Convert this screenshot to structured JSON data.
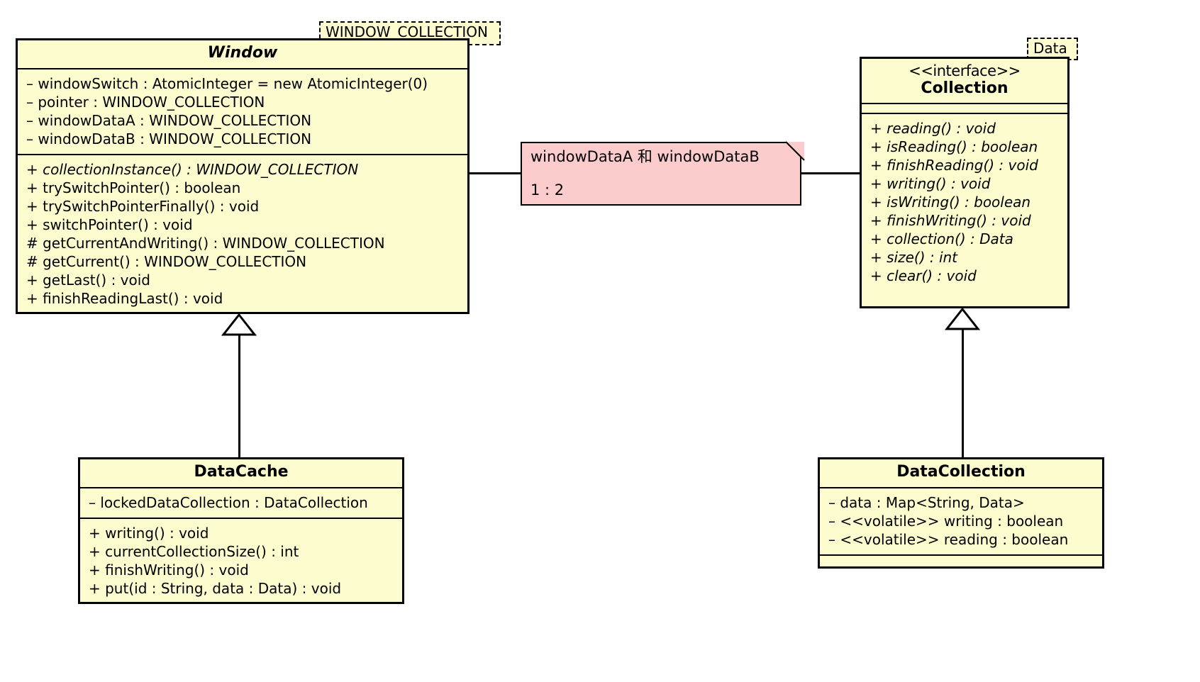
{
  "diagram": {
    "type": "uml-class-diagram",
    "background": "#ffffff",
    "class_fill": "#fcfcce",
    "note_fill": "#fccccc",
    "stroke": "#000000"
  },
  "type_params": {
    "window": "WINDOW_COLLECTION",
    "collection": "Data"
  },
  "classes": {
    "window": {
      "name": "Window",
      "abstract": true,
      "attributes": [
        "– windowSwitch : AtomicInteger = new AtomicInteger(0)",
        "– pointer : WINDOW_COLLECTION",
        "– windowDataA : WINDOW_COLLECTION",
        "– windowDataB : WINDOW_COLLECTION"
      ],
      "methods": [
        {
          "text": "+ collectionInstance() : WINDOW_COLLECTION",
          "abstract": true
        },
        {
          "text": "+ trySwitchPointer() : boolean",
          "abstract": false
        },
        {
          "text": "+ trySwitchPointerFinally() : void",
          "abstract": false
        },
        {
          "text": "+ switchPointer() : void",
          "abstract": false
        },
        {
          "text": "# getCurrentAndWriting() : WINDOW_COLLECTION",
          "abstract": false
        },
        {
          "text": "# getCurrent() : WINDOW_COLLECTION",
          "abstract": false
        },
        {
          "text": "+ getLast() : void",
          "abstract": false
        },
        {
          "text": "+ finishReadingLast() : void",
          "abstract": false
        }
      ]
    },
    "collection": {
      "stereotype": "<<interface>>",
      "name": "Collection",
      "abstract": false,
      "attributes": [],
      "methods": [
        {
          "text": "+ reading() : void",
          "abstract": true
        },
        {
          "text": "+ isReading() : boolean",
          "abstract": true
        },
        {
          "text": "+ finishReading() : void",
          "abstract": true
        },
        {
          "text": "+ writing() : void",
          "abstract": true
        },
        {
          "text": "+ isWriting() : boolean",
          "abstract": true
        },
        {
          "text": "+ finishWriting() : void",
          "abstract": true
        },
        {
          "text": "+ collection() : Data",
          "abstract": true
        },
        {
          "text": "+ size() : int",
          "abstract": true
        },
        {
          "text": "+ clear() : void",
          "abstract": true
        }
      ]
    },
    "data_cache": {
      "name": "DataCache",
      "abstract": false,
      "attributes": [
        "– lockedDataCollection : DataCollection"
      ],
      "methods": [
        {
          "text": "+ writing() : void",
          "abstract": false
        },
        {
          "text": "+ currentCollectionSize() : int",
          "abstract": false
        },
        {
          "text": "+ finishWriting() : void",
          "abstract": false
        },
        {
          "text": "+ put(id : String, data : Data) : void",
          "abstract": false
        }
      ]
    },
    "data_collection": {
      "name": "DataCollection",
      "abstract": false,
      "attributes": [
        "– data : Map<String, Data>",
        "– <<volatile>> writing : boolean",
        "– <<volatile>> reading : boolean"
      ],
      "methods": []
    }
  },
  "note": {
    "line1": "windowDataA 和 windowDataB",
    "line2": "1 : 2"
  }
}
